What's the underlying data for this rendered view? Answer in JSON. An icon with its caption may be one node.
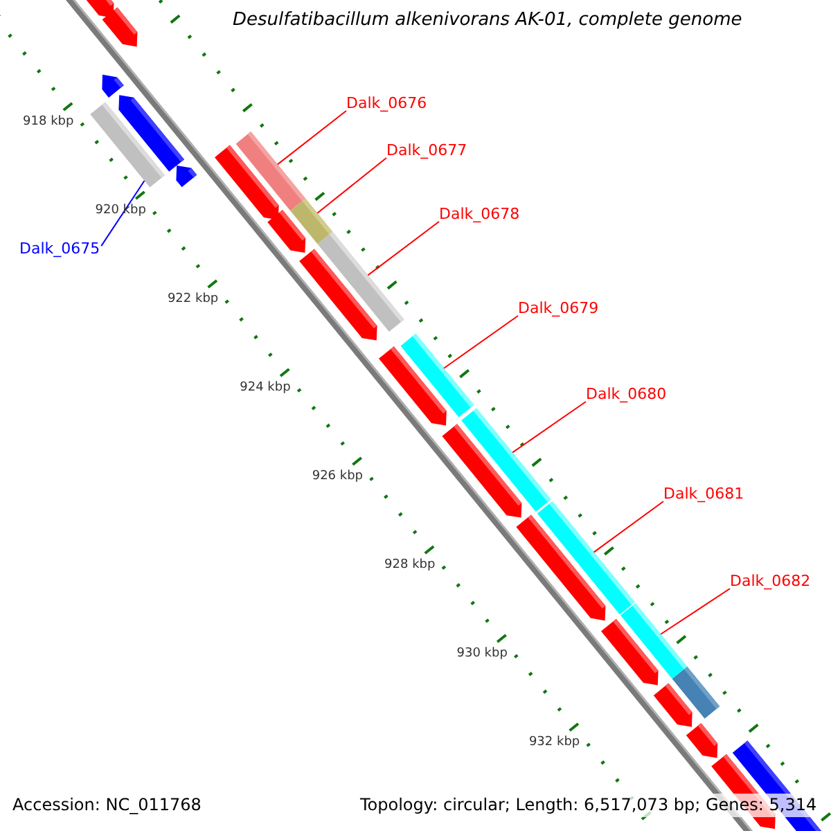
{
  "diagram": {
    "title": "Desulfatibacillum alkenivorans AK-01, complete genome",
    "nodes": [
      {
        "text": [
          "Dalk_0675"
        ]
      },
      {
        "text": [
          "Dalk_0676"
        ]
      },
      {
        "text": [
          "Dalk_0677"
        ]
      },
      {
        "text": [
          "Dalk_0678"
        ]
      },
      {
        "text": [
          "Dalk_0679"
        ]
      },
      {
        "text": [
          "Dalk_0680"
        ]
      },
      {
        "text": [
          "Dalk_0681"
        ]
      },
      {
        "text": [
          "Dalk_0682"
        ]
      },
      {
        "text": [],
        "shape": "bar"
      },
      {
        "text": [],
        "shape": "bar"
      },
      {
        "text": [],
        "shape": "bar"
      },
      {
        "text": [],
        "shape": "bar"
      },
      {
        "text": [],
        "shape": "bar"
      },
      {
        "text": [],
        "shape": "bar"
      },
      {
        "text": [],
        "shape": "bar"
      },
      {
        "text": [],
        "shape": "bar"
      }
    ],
    "edges": [
      {
        "from": 0,
        "to": 8,
        "arrow": "none",
        "color": "#0000ff"
      },
      {
        "from": 1,
        "to": 9,
        "arrow": "none"
      },
      {
        "from": 2,
        "to": 10,
        "arrow": "none"
      },
      {
        "from": 3,
        "to": 11,
        "arrow": "none"
      },
      {
        "from": 4,
        "to": 12,
        "arrow": "none"
      },
      {
        "from": 5,
        "to": 13,
        "arrow": "none"
      },
      {
        "from": 6,
        "to": 14,
        "arrow": "none"
      },
      {
        "from": 7,
        "to": 15,
        "arrow": "none"
      }
    ],
    "labels": [
      "918 kbp",
      "920 kbp",
      "922 kbp",
      "924 kbp",
      "926 kbp",
      "928 kbp",
      "930 kbp",
      "932 kbp",
      "Accession: NC_011768",
      "Topology: circular; Length: 6,517,073 bp; Genes: 5,314"
    ]
  }
}
